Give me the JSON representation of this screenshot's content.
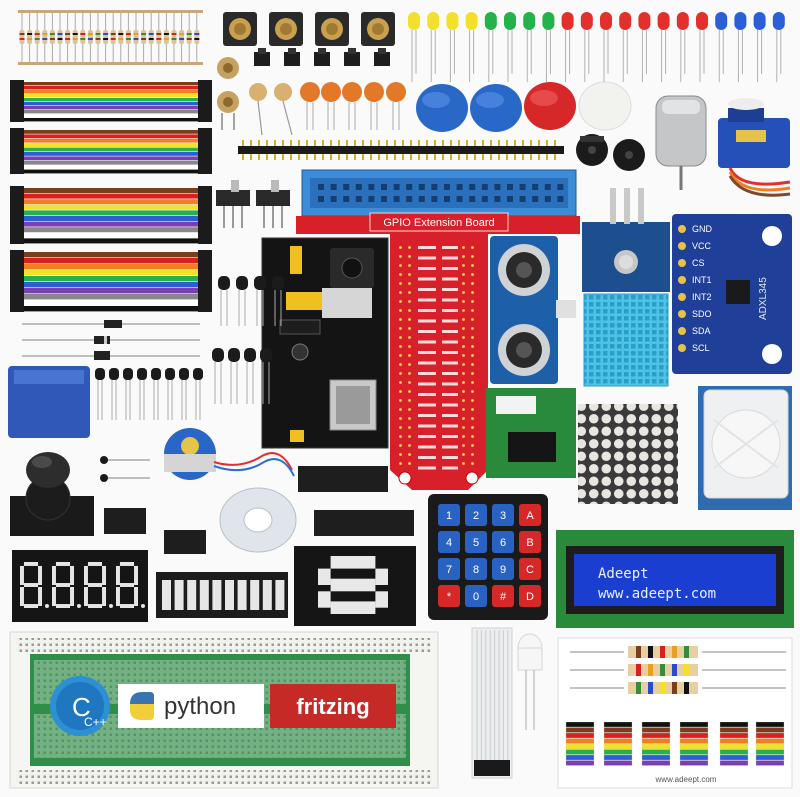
{
  "gpio_board": {
    "title": "GPIO Extension Board"
  },
  "lcd": {
    "line1": "Adeept",
    "line2": "www.adeept.com"
  },
  "keypad": {
    "keys": [
      "1",
      "2",
      "3",
      "A",
      "4",
      "5",
      "6",
      "B",
      "7",
      "8",
      "9",
      "C",
      "*",
      "0",
      "#",
      "D"
    ]
  },
  "seven_segment": {
    "digits": "88.8.8."
  },
  "accelerometer": {
    "chip_label": "ADXL345",
    "pins": [
      "GND",
      "VCC",
      "CS",
      "INT1",
      "INT2",
      "SDO",
      "SDA",
      "SCL"
    ]
  },
  "logos": {
    "c_language": "C",
    "cpp_suffix": "C++",
    "python": "python",
    "fritzing": "fritzing"
  },
  "guide_card": {
    "website": "www.adeept.com"
  },
  "colors": {
    "pcb_red": "#d7202a",
    "pcb_blue": "#1c4f96",
    "lcd_blue": "#1a3fd0",
    "breadboard_green": "#2f8f4a",
    "led_yellow": "#f3e02a",
    "led_green": "#25b24a",
    "led_red": "#e2302d",
    "led_blue": "#2a5fd8"
  }
}
